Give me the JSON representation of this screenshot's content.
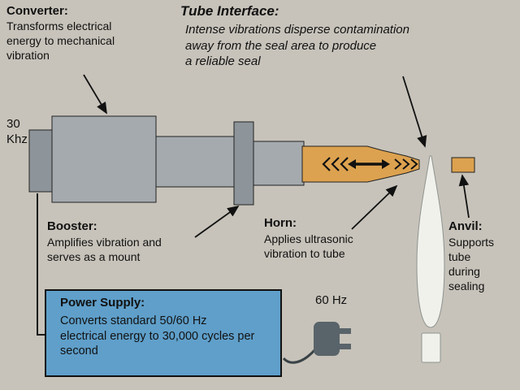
{
  "colors": {
    "background": "#c7c3ba",
    "metal": "#a4aaae",
    "metal_dark": "#8e959a",
    "horn_orange": "#dda24f",
    "power_box": "#5f9fca",
    "plug": "#59646a",
    "tube": "#f1f1ec"
  },
  "labels": {
    "converter": {
      "title": "Converter:",
      "desc": "Transforms electrical\nenergy to mechanical\nvibration"
    },
    "tube_interface": {
      "title": "Tube Interface:",
      "desc": "Intense vibrations disperse contamination\naway from the seal area to produce\na reliable seal"
    },
    "frequency_30": "30\nKhz",
    "booster": {
      "title": "Booster:",
      "desc": "Amplifies vibration and\nserves as a mount"
    },
    "horn": {
      "title": "Horn:",
      "desc": "Applies ultrasonic\nvibration to tube"
    },
    "anvil": {
      "title": "Anvil:",
      "desc": "Supports\ntube\nduring\nsealing"
    },
    "power_supply": {
      "title": "Power Supply:",
      "desc": "Converts standard 50/60 Hz\nelectrical energy to 30,000 cycles per\nsecond"
    },
    "frequency_60": "60 Hz"
  }
}
